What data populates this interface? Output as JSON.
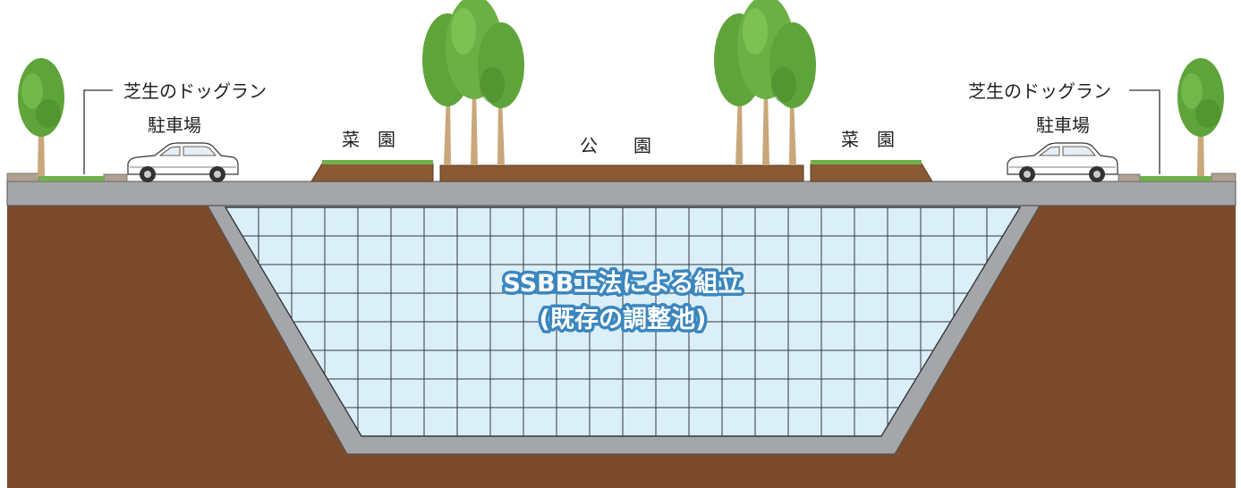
{
  "labels": {
    "dog_run_left": "芝生のドッグラン",
    "dog_run_right": "芝生のドッグラン",
    "parking_left": "駐車場",
    "parking_right": "駐車場",
    "vegetable_garden_left": "菜　園",
    "vegetable_garden_right": "菜　園",
    "park": "公　　園",
    "storage_title": "SSBB工法による組立",
    "storage_subtitle": "(既存の調整池)"
  },
  "colors": {
    "soil": "#7a4a2a",
    "concrete": "#a4a6a9",
    "grid_fill": "#dbeff9",
    "grid_line": "#33383d",
    "tree_foliage": "#5ea43a",
    "tree_trunk": "#c9a77a",
    "grass": "#6fb04a",
    "label_outline": "#3b86be"
  },
  "icons": [
    "tree-icon",
    "car-icon"
  ]
}
